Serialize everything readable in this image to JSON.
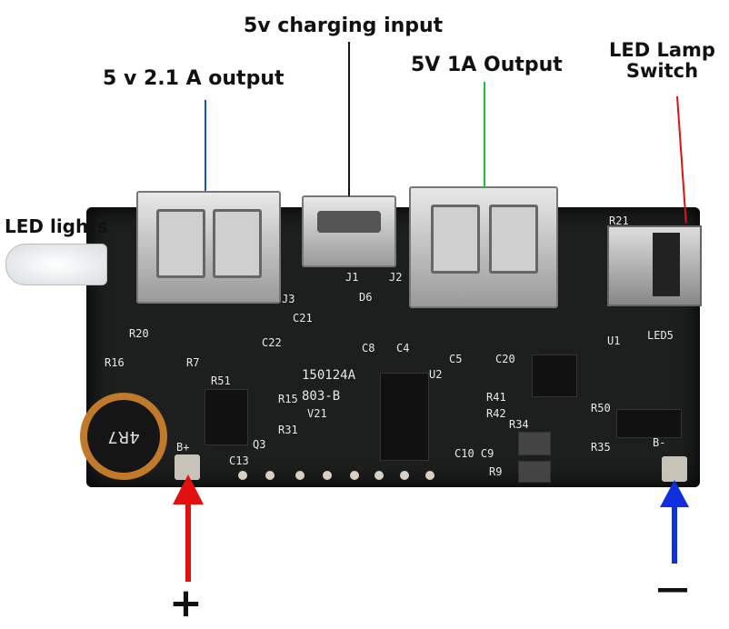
{
  "labels": {
    "charging_input": "5v charging input",
    "output_21a": "5 v 2.1 A output",
    "output_1a": "5V 1A Output",
    "lamp_switch": "LED Lamp\nSwitch",
    "led_lights": "LED lights",
    "plus": "+",
    "minus": "—"
  },
  "silkscreen": {
    "inductor": "4R7",
    "board_id": "150124A",
    "board_rev": "803-B",
    "version": "V21",
    "j3": "J3",
    "j1": "J1",
    "j2": "J2",
    "u2": "U2",
    "u1": "U1",
    "d6": "D6",
    "r51": "R51",
    "r15": "R15",
    "r31": "R31",
    "q3": "Q3",
    "c13": "C13",
    "b_plus": "B+",
    "b_minus": "B-",
    "r34": "R34",
    "r35": "R35",
    "r9": "R9",
    "r41": "R41",
    "r42": "R42",
    "c10c9": "C10 C9",
    "r50": "R50",
    "led5": "LED5",
    "r21": "R21",
    "c21": "C21",
    "c22": "C22",
    "c8": "C8",
    "c4": "C4",
    "c5": "C5",
    "c20": "C20",
    "r20": "R20",
    "r16": "R16",
    "r7": "R7"
  },
  "colors": {
    "blue_line": "#1a4fd6",
    "black_line": "#111111",
    "green_line": "#18c23a",
    "red_line": "#e01010",
    "red_arrow": "#e41010",
    "blue_arrow": "#1030e0"
  }
}
